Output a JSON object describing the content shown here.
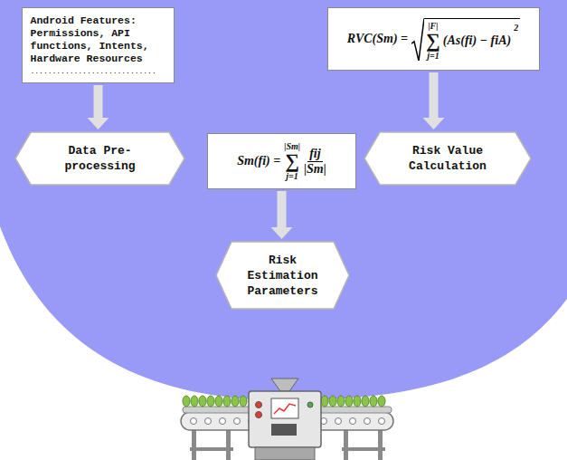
{
  "diagram": {
    "nodes": [
      {
        "text": [
          "Android Features: Permissions, API functions, Intents, Hardware Resources",
          "............................."
        ]
      },
      {
        "text": [
          "Data Pre-processing"
        ]
      },
      {
        "text": [
          "Sm(fi) =",
          "|Sm|",
          "∑",
          "j=1",
          "fij",
          "|Sm|"
        ]
      },
      {
        "text": [
          "Risk Estimation Parameters"
        ]
      },
      {
        "text": [
          "RVC(Sm) =",
          "|F|",
          "∑",
          "j=1",
          "(As(fi) − fiA)",
          "2"
        ]
      },
      {
        "text": [
          "Risk Value Calculation"
        ]
      }
    ],
    "edges": [
      {
        "from": 0,
        "to": 1,
        "arrow": "to"
      },
      {
        "from": 2,
        "to": 3,
        "arrow": "to"
      },
      {
        "from": 4,
        "to": 5,
        "arrow": "to"
      }
    ]
  }
}
